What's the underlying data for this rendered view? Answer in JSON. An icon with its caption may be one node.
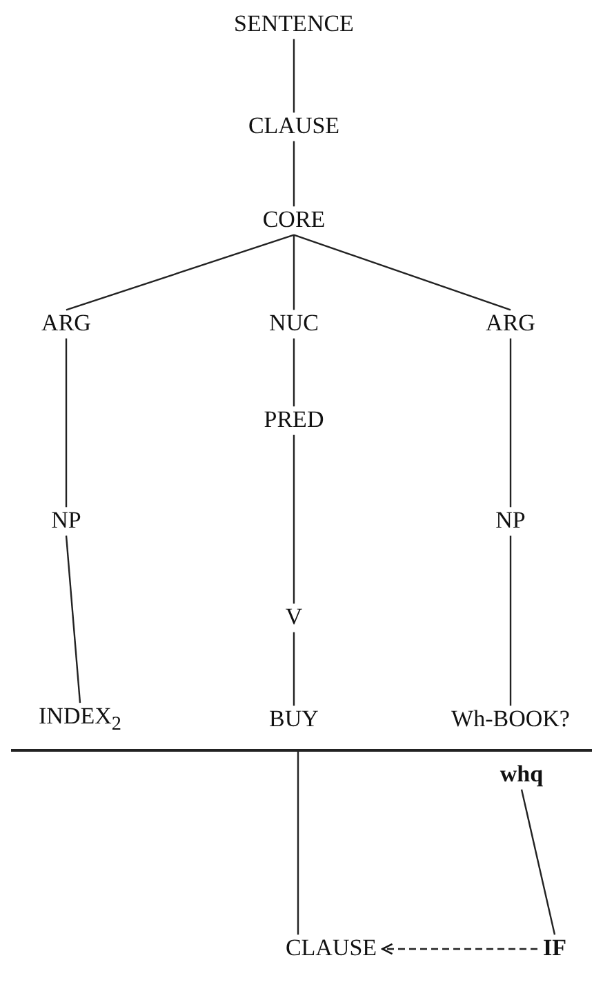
{
  "diagram": {
    "nodes": [
      {
        "text": [
          "SENTENCE"
        ]
      },
      {
        "text": [
          "CLAUSE"
        ]
      },
      {
        "text": [
          "CORE"
        ]
      },
      {
        "text": [
          "ARG"
        ]
      },
      {
        "text": [
          "NUC"
        ]
      },
      {
        "text": [
          "ARG"
        ]
      },
      {
        "text": [
          "NP"
        ]
      },
      {
        "text": [
          "PRED"
        ]
      },
      {
        "text": [
          "NP"
        ]
      },
      {
        "text": [
          "V"
        ]
      },
      {
        "text": [
          "INDEX$_{2}$"
        ]
      },
      {
        "text": [
          "BUY"
        ]
      },
      {
        "text": [
          "Wh-BOOK?"
        ]
      },
      {
        "text": [],
        "shape": "bar"
      },
      {
        "text": [
          "whq"
        ]
      },
      {
        "text": [
          "CLAUSE"
        ]
      },
      {
        "text": [
          "IF"
        ]
      }
    ],
    "edges": [
      {
        "from": 0,
        "to": 1,
        "arrow": "none"
      },
      {
        "from": 1,
        "to": 2,
        "arrow": "none"
      },
      {
        "from": 2,
        "to": 3,
        "arrow": "none"
      },
      {
        "from": 2,
        "to": 4,
        "arrow": "none"
      },
      {
        "from": 2,
        "to": 5,
        "arrow": "none"
      },
      {
        "from": 3,
        "to": 6,
        "arrow": "none"
      },
      {
        "from": 4,
        "to": 7,
        "arrow": "none"
      },
      {
        "from": 5,
        "to": 8,
        "arrow": "none"
      },
      {
        "from": 7,
        "to": 9,
        "arrow": "none"
      },
      {
        "from": 6,
        "to": 10,
        "arrow": "none"
      },
      {
        "from": 9,
        "to": 11,
        "arrow": "none"
      },
      {
        "from": 8,
        "to": 12,
        "arrow": "none"
      },
      {
        "from": 13,
        "to": 15,
        "arrow": "none"
      },
      {
        "from": 14,
        "to": 16,
        "arrow": "none"
      },
      {
        "from": 16,
        "to": 15,
        "arrow": "to",
        "style": "dashed"
      }
    ]
  }
}
